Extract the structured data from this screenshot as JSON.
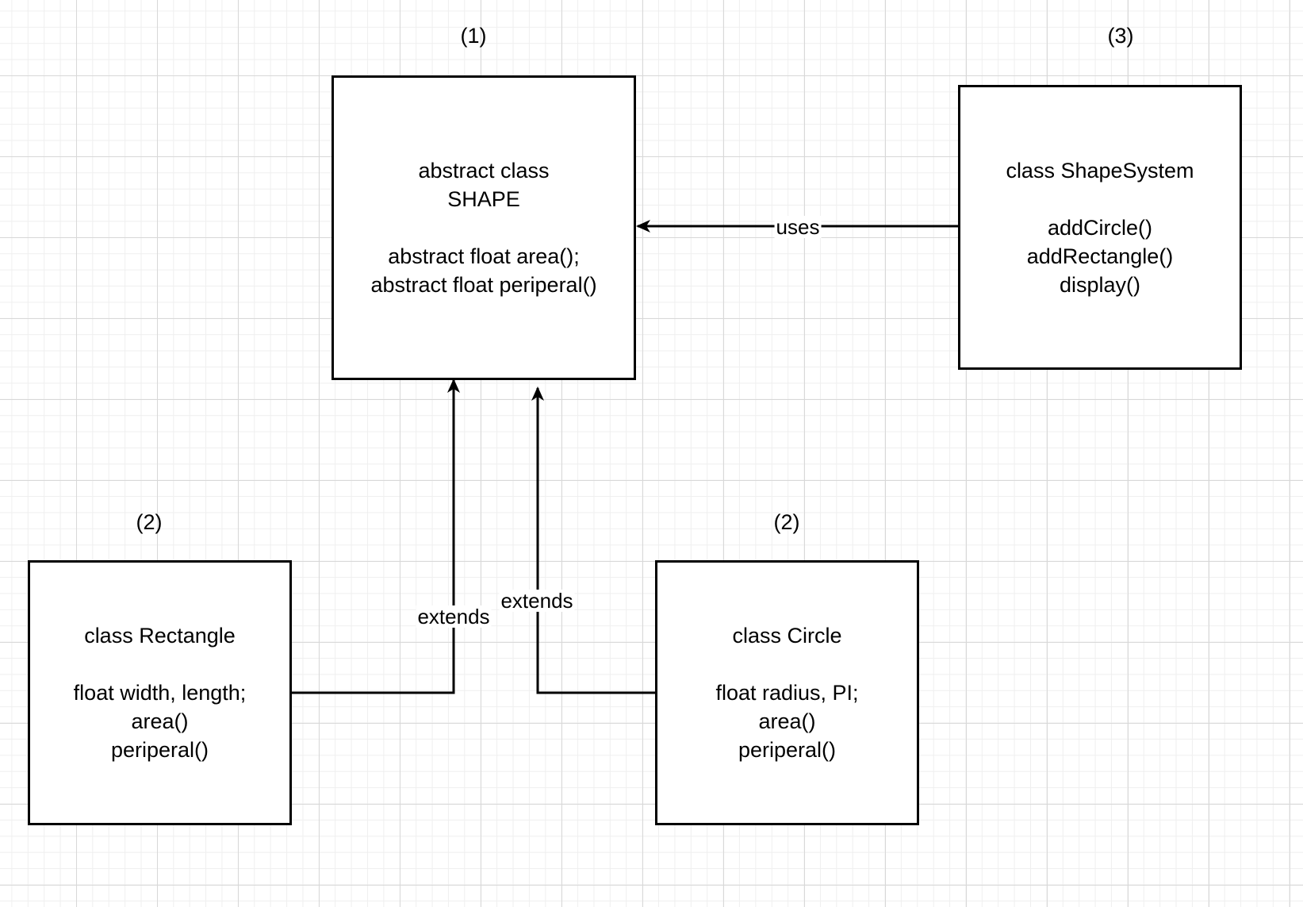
{
  "diagram": {
    "nodes": [
      {
        "id": "shape",
        "number": "(1)",
        "title_lines": [
          "abstract class",
          "SHAPE"
        ],
        "member_lines": [
          "abstract float area();",
          "abstract float periperal()"
        ]
      },
      {
        "id": "shape_system",
        "number": "(3)",
        "title_lines": [
          "class ShapeSystem"
        ],
        "member_lines": [
          "addCircle()",
          "addRectangle()",
          "display()"
        ]
      },
      {
        "id": "rectangle",
        "number": "(2)",
        "title_lines": [
          "class Rectangle"
        ],
        "member_lines": [
          "float width, length;",
          "area()",
          "periperal()"
        ]
      },
      {
        "id": "circle",
        "number": "(2)",
        "title_lines": [
          "class Circle"
        ],
        "member_lines": [
          "float radius, PI;",
          "area()",
          "periperal()"
        ]
      }
    ],
    "edges": [
      {
        "from": "shape_system",
        "to": "shape",
        "label": "uses"
      },
      {
        "from": "rectangle",
        "to": "shape",
        "label": "extends"
      },
      {
        "from": "circle",
        "to": "shape",
        "label": "extends"
      }
    ]
  }
}
